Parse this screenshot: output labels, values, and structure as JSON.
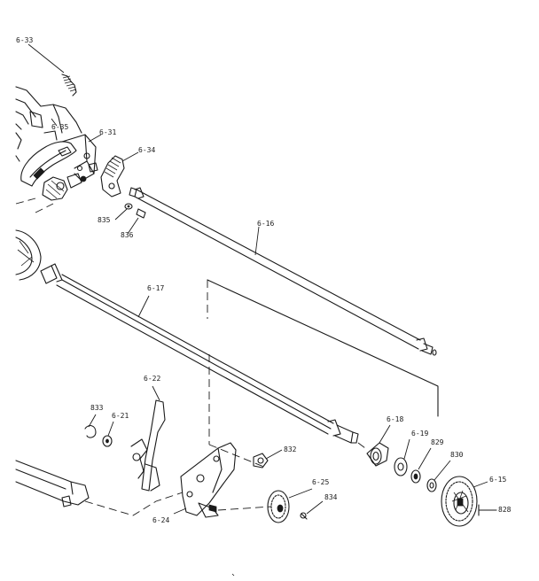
{
  "labels": {
    "l_6_33": "6-33",
    "l_6_35": "6-35",
    "l_6_31": "6-31",
    "l_6_34": "6-34",
    "l_835": "835",
    "l_836": "836",
    "l_6_16": "6-16",
    "l_6_17": "6-17",
    "l_6_22": "6-22",
    "l_833": "833",
    "l_6_21": "6-21",
    "l_832": "832",
    "l_6_18": "6-18",
    "l_6_19": "6-19",
    "l_829": "829",
    "l_830": "830",
    "l_6_15": "6-15",
    "l_828": "828",
    "l_6_25": "6-25",
    "l_834": "834",
    "l_6_24": "6-24"
  }
}
